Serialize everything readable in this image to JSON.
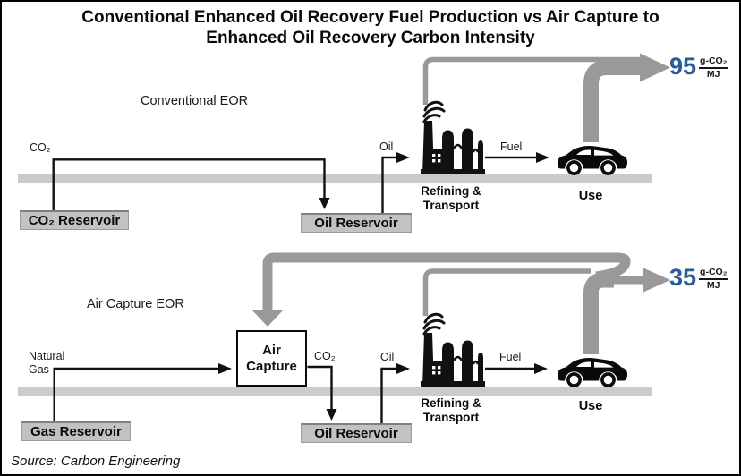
{
  "title": {
    "line1": "Conventional Enhanced Oil Recovery Fuel Production vs Air Capture to",
    "line2": "Enhanced Oil Recovery Carbon Intensity"
  },
  "source": "Source: Carbon Engineering",
  "colors": {
    "value_blue": "#2b5b99",
    "flow_gray": "#999999",
    "ground_gray": "#cbcbcb",
    "reservoir_fill": "#c2c2c2",
    "line_black": "#111111"
  },
  "panels": [
    {
      "name": "Conventional EOR",
      "co2_label": "CO₂",
      "co2_reservoir": "CO₂ Reservoir",
      "oil_reservoir": "Oil Reservoir",
      "oil_label": "Oil",
      "refining_line1": "Refining &",
      "refining_line2": "Transport",
      "fuel_label": "Fuel",
      "use_label": "Use",
      "emission": {
        "value": "95",
        "unit_numerator": "g-CO₂",
        "unit_denominator": "MJ"
      }
    },
    {
      "name": "Air Capture EOR",
      "natural_gas_line1": "Natural",
      "natural_gas_line2": "Gas",
      "gas_reservoir": "Gas Reservoir",
      "air_capture_line1": "Air",
      "air_capture_line2": "Capture",
      "co2_label": "CO₂",
      "oil_reservoir": "Oil Reservoir",
      "oil_label": "Oil",
      "refining_line1": "Refining &",
      "refining_line2": "Transport",
      "fuel_label": "Fuel",
      "use_label": "Use",
      "emission": {
        "value": "35",
        "unit_numerator": "g-CO₂",
        "unit_denominator": "MJ"
      }
    }
  ]
}
